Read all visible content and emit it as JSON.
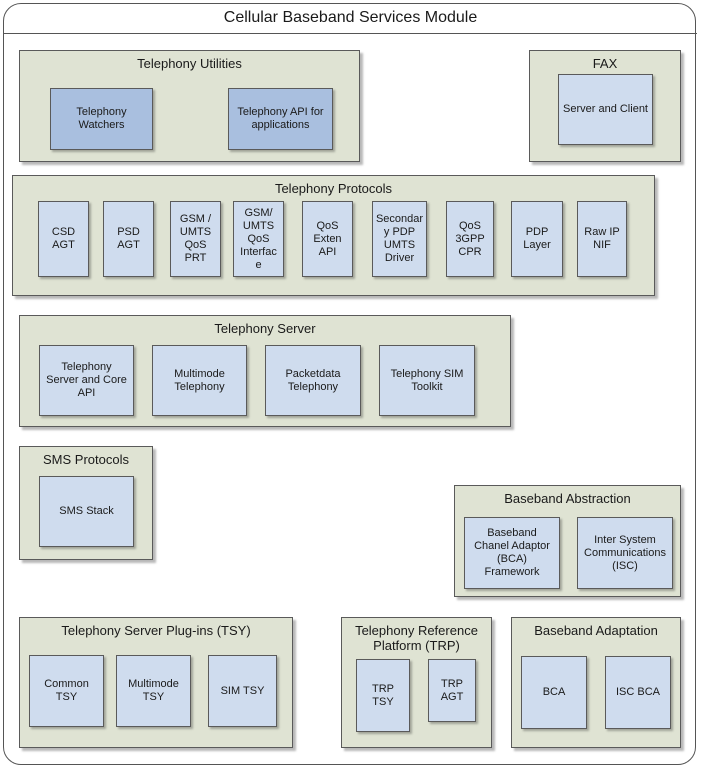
{
  "module_title": "Cellular Baseband Services Module",
  "telephony_utilities": {
    "title": "Telephony Utilities",
    "items": [
      "Telephony\nWatchers",
      "Telephony API for\napplications"
    ]
  },
  "fax": {
    "title": "FAX",
    "items": [
      "Server and Client"
    ]
  },
  "telephony_protocols": {
    "title": "Telephony Protocols",
    "items": [
      "CSD\nAGT",
      "PSD\nAGT",
      "GSM /\nUMTS\nQoS\nPRT",
      "GSM/\nUMTS\nQoS\nInterfac\ne",
      "QoS\nExten\nAPI",
      "Secondar\ny PDP\nUMTS\nDriver",
      "QoS\n3GPP\nCPR",
      "PDP\nLayer",
      "Raw IP\nNIF"
    ]
  },
  "telephony_server": {
    "title": "Telephony Server",
    "items": [
      "Telephony\nServer and Core\nAPI",
      "Multimode\nTelephony",
      "Packetdata\nTelephony",
      "Telephony SIM\nToolkit"
    ]
  },
  "sms_protocols": {
    "title": "SMS Protocols",
    "items": [
      "SMS Stack"
    ]
  },
  "baseband_abstraction": {
    "title": "Baseband Abstraction",
    "items": [
      "Baseband\nChanel Adaptor\n(BCA)\nFramework",
      "Inter System\nCommunications\n(ISC)"
    ]
  },
  "tsy": {
    "title": "Telephony Server Plug-ins (TSY)",
    "items": [
      "Common\nTSY",
      "Multimode\nTSY",
      "SIM TSY"
    ]
  },
  "trp": {
    "title": "Telephony Reference\nPlatform (TRP)",
    "items": [
      "TRP\nTSY",
      "TRP\nAGT"
    ]
  },
  "baseband_adaptation": {
    "title": "Baseband Adaptation",
    "items": [
      "BCA",
      "ISC BCA"
    ]
  }
}
